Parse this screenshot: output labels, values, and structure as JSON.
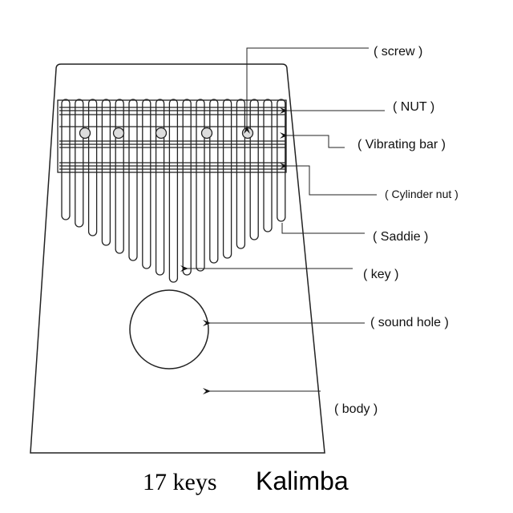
{
  "labels": {
    "screw": "( screw )",
    "nut": "( NUT )",
    "vibrating_bar": "( Vibrating bar )",
    "cylinder_nut": "( Cylinder nut )",
    "saddle": "( Saddie )",
    "key": "( key )",
    "sound_hole": "( sound hole )",
    "body": "( body )"
  },
  "caption": {
    "keys": "17 keys",
    "name": "Kalimba"
  },
  "key_count": 17,
  "screw_count": 5
}
